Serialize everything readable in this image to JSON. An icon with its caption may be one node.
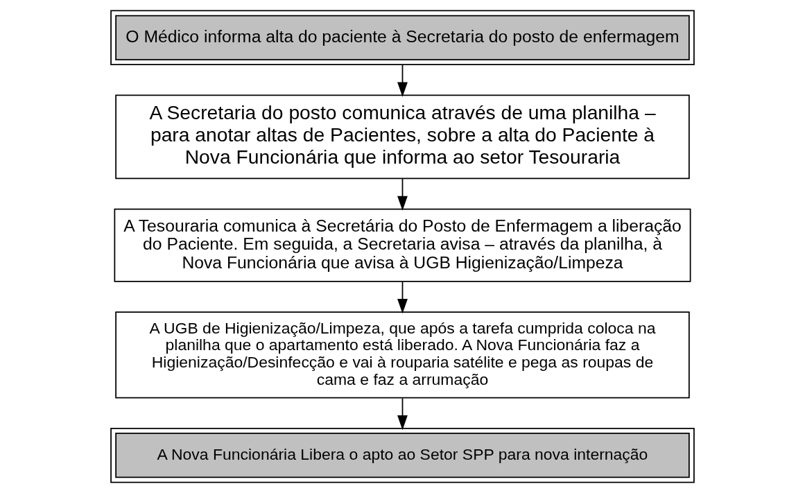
{
  "diagram": {
    "nodes": [
      {
        "text": [
          "O Médico informa alta do paciente à Secretaria do posto de enfermagem"
        ]
      },
      {
        "text": [
          "A Secretaria do posto comunica através de uma planilha – para anotar altas de Pacientes, sobre a alta do Paciente à Nova Funcionária que informa ao setor Tesouraria"
        ]
      },
      {
        "text": [
          "A Tesouraria comunica à Secretária do Posto de Enfermagem a liberação do Paciente. Em seguida, a Secretaria avisa – através da planilha, à Nova Funcionária que avisa à UGB Higienização/Limpeza"
        ]
      },
      {
        "text": [
          "A UGB de Higienização/Limpeza, que após a tarefa cumprida coloca na planilha que o apartamento está liberado. A Nova Funcionária faz a Higienização/Desinfecção e vai à rouparia satélite e pega as roupas de cama e faz a arrumação"
        ]
      },
      {
        "text": [
          "A Nova Funcionária Libera o apto ao Setor SPP para nova internação"
        ]
      }
    ],
    "edges": [
      {
        "from": 0,
        "to": 1,
        "arrow": "to"
      },
      {
        "from": 1,
        "to": 2,
        "arrow": "to"
      },
      {
        "from": 2,
        "to": 3,
        "arrow": "to"
      },
      {
        "from": 3,
        "to": 4,
        "arrow": "to"
      }
    ]
  }
}
